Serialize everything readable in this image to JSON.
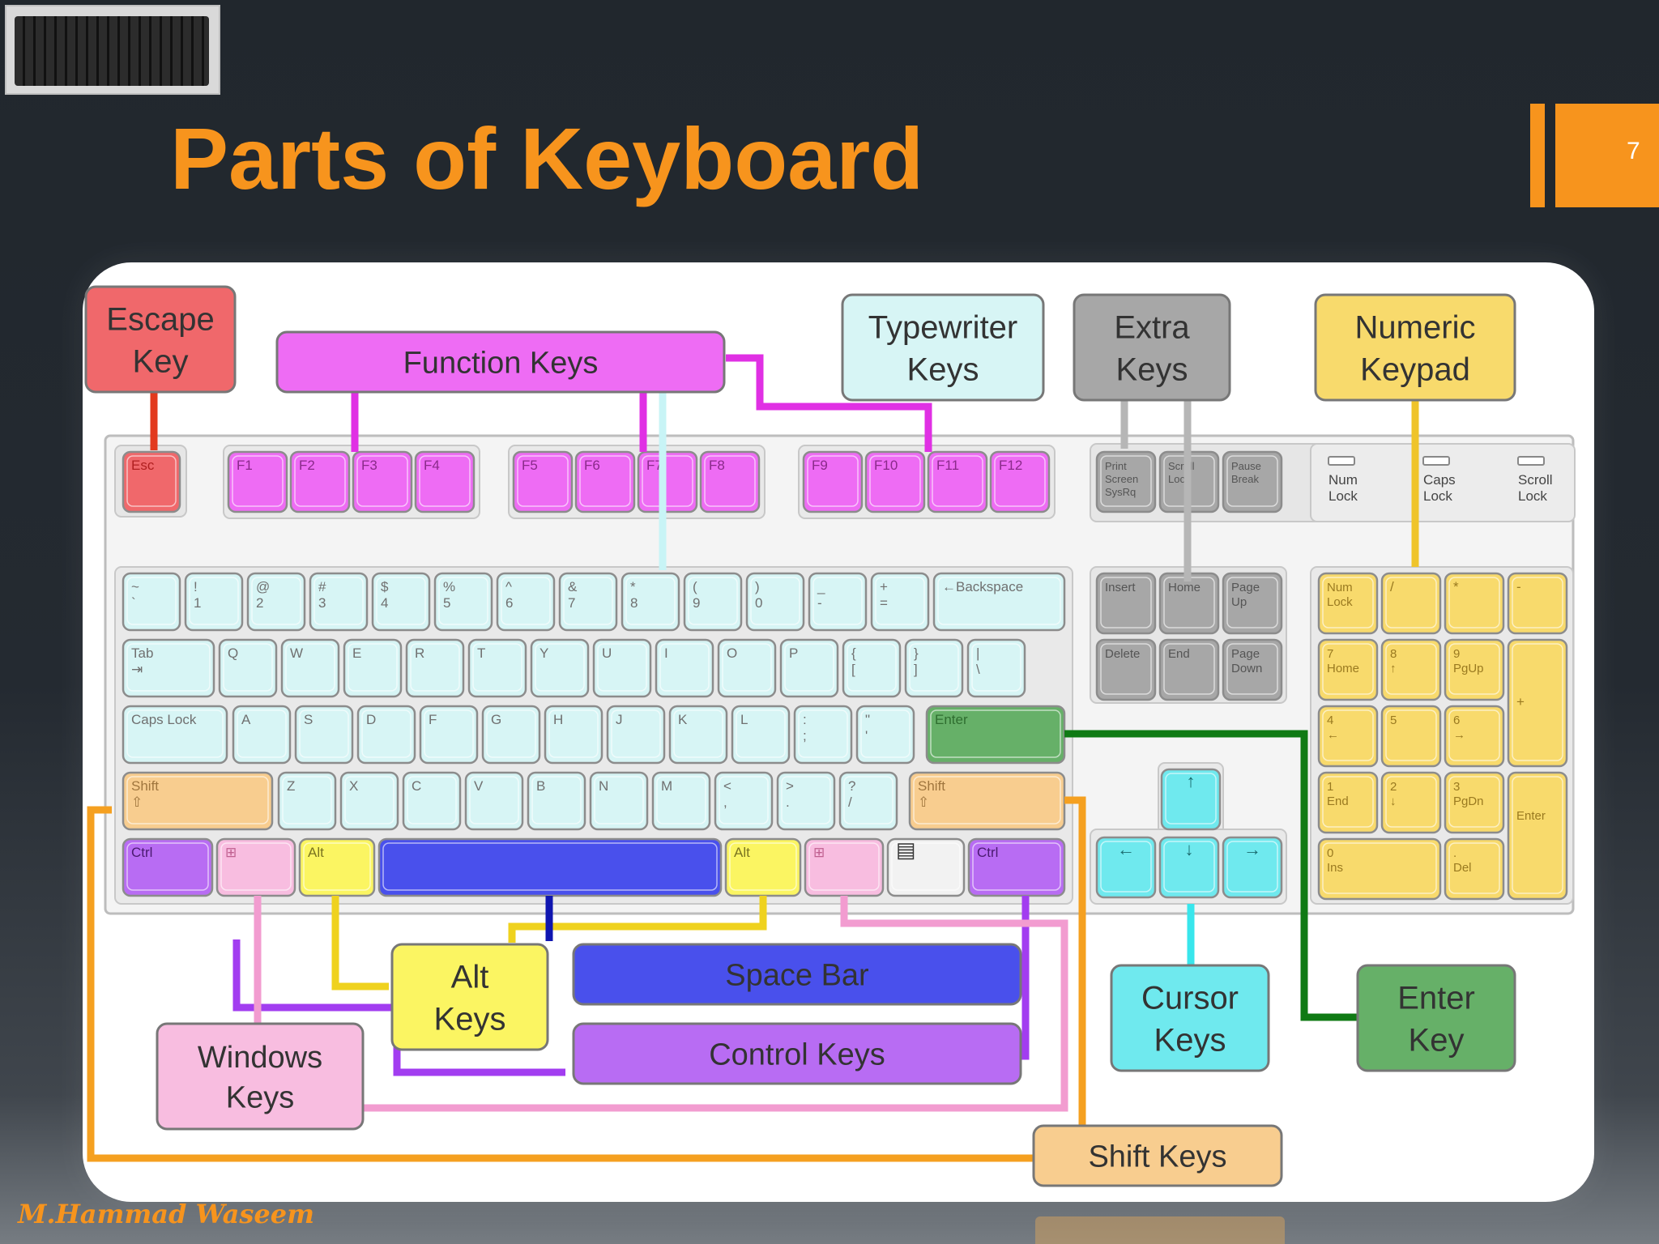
{
  "slide": {
    "title": "Parts of Keyboard",
    "page_number": "7",
    "author": "M.Hammad Waseem",
    "thumbnail_icon": "keyboard-photo"
  },
  "colors": {
    "accent": "#f7941d",
    "escape": "#f0686b",
    "function": "#ee6cf4",
    "typewriter": "#d7f5f5",
    "extra": "#a7a7a7",
    "numeric": "#f8da6c",
    "alt": "#fbf562",
    "space": "#4950ec",
    "control": "#b86cf3",
    "windows": "#f8bde0",
    "cursor": "#6fe9ee",
    "enter": "#66b068",
    "shift": "#f8cd8f"
  },
  "labels": {
    "escape": [
      "Escape",
      "Key"
    ],
    "function": "Function Keys",
    "typewriter": [
      "Typewriter",
      "Keys"
    ],
    "extra": [
      "Extra",
      "Keys"
    ],
    "numeric": [
      "Numeric",
      "Keypad"
    ],
    "alt": [
      "Alt",
      "Keys"
    ],
    "space": "Space Bar",
    "control": "Control Keys",
    "windows": [
      "Windows",
      "Keys"
    ],
    "cursor": [
      "Cursor",
      "Keys"
    ],
    "enter": [
      "Enter",
      "Key"
    ],
    "shift": "Shift Keys"
  },
  "keys": {
    "esc": "Esc",
    "function_keys": [
      "F1",
      "F2",
      "F3",
      "F4",
      "F5",
      "F6",
      "F7",
      "F8",
      "F9",
      "F10",
      "F11",
      "F12"
    ],
    "extra_top": [
      [
        "Print",
        "Screen",
        "SysRq"
      ],
      [
        "Scroll",
        "Lock"
      ],
      [
        "Pause",
        "Break"
      ]
    ],
    "lights": [
      [
        "Num",
        "Lock"
      ],
      [
        "Caps",
        "Lock"
      ],
      [
        "Scroll",
        "Lock"
      ]
    ],
    "number_row": [
      [
        "~",
        "`"
      ],
      [
        "!",
        "1"
      ],
      [
        "@",
        "2"
      ],
      [
        "#",
        "3"
      ],
      [
        "$",
        "4"
      ],
      [
        "%",
        "5"
      ],
      [
        "^",
        "6"
      ],
      [
        "&",
        "7"
      ],
      [
        "*",
        "8"
      ],
      [
        "(",
        "9"
      ],
      [
        ")",
        "0"
      ],
      [
        "_",
        "-"
      ],
      [
        "+",
        "="
      ]
    ],
    "backspace": "←Backspace",
    "tab": "Tab",
    "qwerty_row": [
      "Q",
      "W",
      "E",
      "R",
      "T",
      "Y",
      "U",
      "I",
      "O",
      "P"
    ],
    "brackets": [
      [
        "{",
        "["
      ],
      [
        "}",
        "]"
      ],
      [
        "|",
        "\\"
      ]
    ],
    "caps": "Caps Lock",
    "asdf_row": [
      "A",
      "S",
      "D",
      "F",
      "G",
      "H",
      "J",
      "K",
      "L"
    ],
    "semicolons": [
      [
        ":",
        ";"
      ],
      [
        "\"",
        "'"
      ]
    ],
    "enter": "Enter",
    "shift": "Shift",
    "zxcv_row": [
      "Z",
      "X",
      "C",
      "V",
      "B",
      "N",
      "M"
    ],
    "punct": [
      [
        "<",
        ","
      ],
      [
        ">",
        "."
      ],
      [
        "?",
        "/"
      ]
    ],
    "ctrl": "Ctrl",
    "alt": "Alt",
    "nav": [
      [
        "Insert"
      ],
      [
        "Home"
      ],
      [
        "Page",
        "Up"
      ],
      [
        "Delete"
      ],
      [
        "End"
      ],
      [
        "Page",
        "Down"
      ]
    ],
    "arrows": [
      "↑",
      "←",
      "↓",
      "→"
    ],
    "numpad": {
      "numlock": [
        "Num",
        "Lock"
      ],
      "top": [
        "/",
        "*",
        "-"
      ],
      "r1": [
        [
          "7",
          "Home"
        ],
        [
          "8",
          "↑"
        ],
        [
          "9",
          "PgUp"
        ]
      ],
      "plus": "+",
      "r2": [
        [
          "4",
          "←"
        ],
        [
          "5",
          ""
        ],
        [
          "6",
          "→"
        ]
      ],
      "r3": [
        [
          "1",
          "End"
        ],
        [
          "2",
          "↓"
        ],
        [
          "3",
          "PgDn"
        ]
      ],
      "enter": "Enter",
      "zero": [
        "0",
        "Ins"
      ],
      "dot": [
        ".",
        "Del"
      ]
    }
  }
}
